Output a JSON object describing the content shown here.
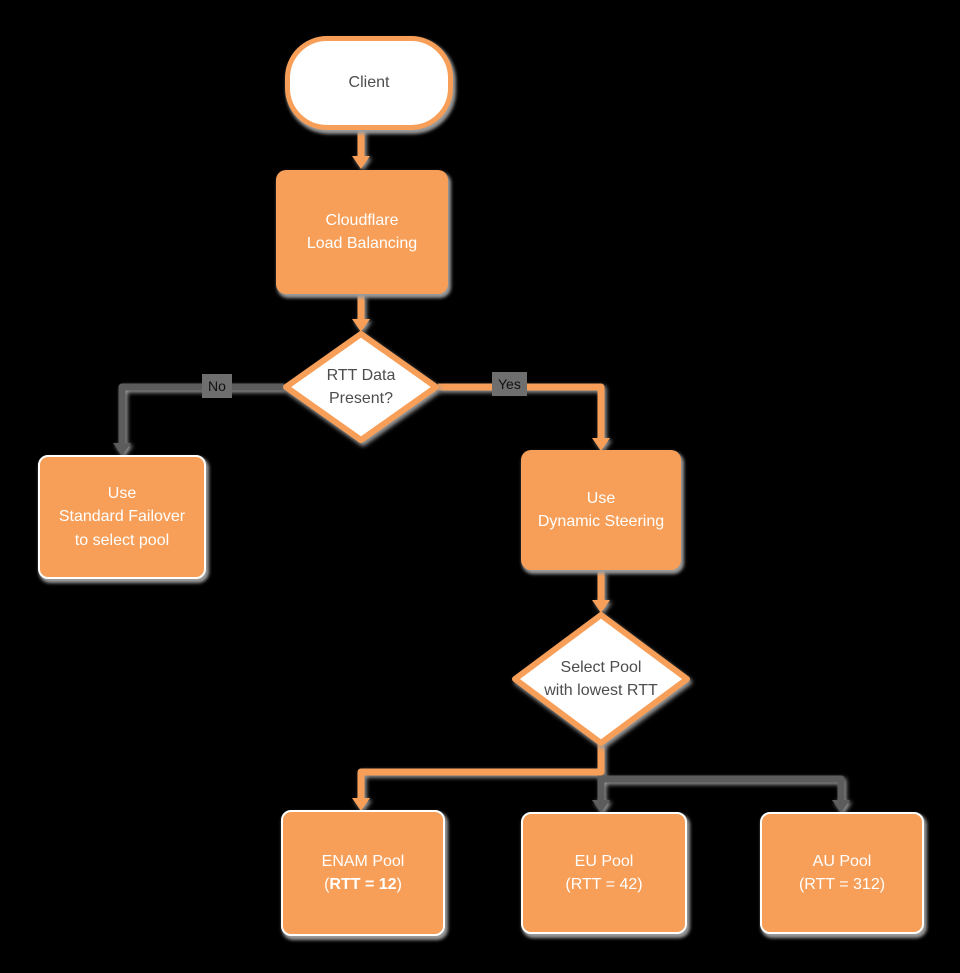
{
  "title": "Cloudflare Load Balancing dynamic steering flowchart",
  "colors": {
    "canvas-bg": "#000000",
    "orange": "#F79F58",
    "white-fill": "#FFFFFF",
    "white-text": "#FFFFFF",
    "dark-text": "#4D4D4D",
    "connector-gray": "#5C5C5C",
    "label-bg": "#6E6E6E",
    "label-text": "#111111",
    "shadow": "#9B9B9B"
  },
  "nodes": {
    "client": {
      "label": "Client"
    },
    "cloudflare": {
      "line1": "Cloudflare",
      "line2": "Load Balancing"
    },
    "rtt_decision": {
      "line1": "RTT Data",
      "line2": "Present?"
    },
    "standard_failover": {
      "line1": "Use",
      "line2": "Standard Failover",
      "line3": "to select pool"
    },
    "dynamic_steering": {
      "line1": "Use",
      "line2": "Dynamic Steering"
    },
    "select_pool": {
      "line1": "Select Pool",
      "line2": "with lowest RTT"
    },
    "enam_pool": {
      "line1": "ENAM Pool",
      "line2_prefix": "(",
      "line2_bold": "RTT = 12",
      "line2_suffix": ")"
    },
    "eu_pool": {
      "line1": "EU Pool",
      "line2": "(RTT = 42)"
    },
    "au_pool": {
      "line1": "AU Pool",
      "line2": "(RTT = 312)"
    }
  },
  "edge_labels": {
    "no": "No",
    "yes": "Yes"
  }
}
